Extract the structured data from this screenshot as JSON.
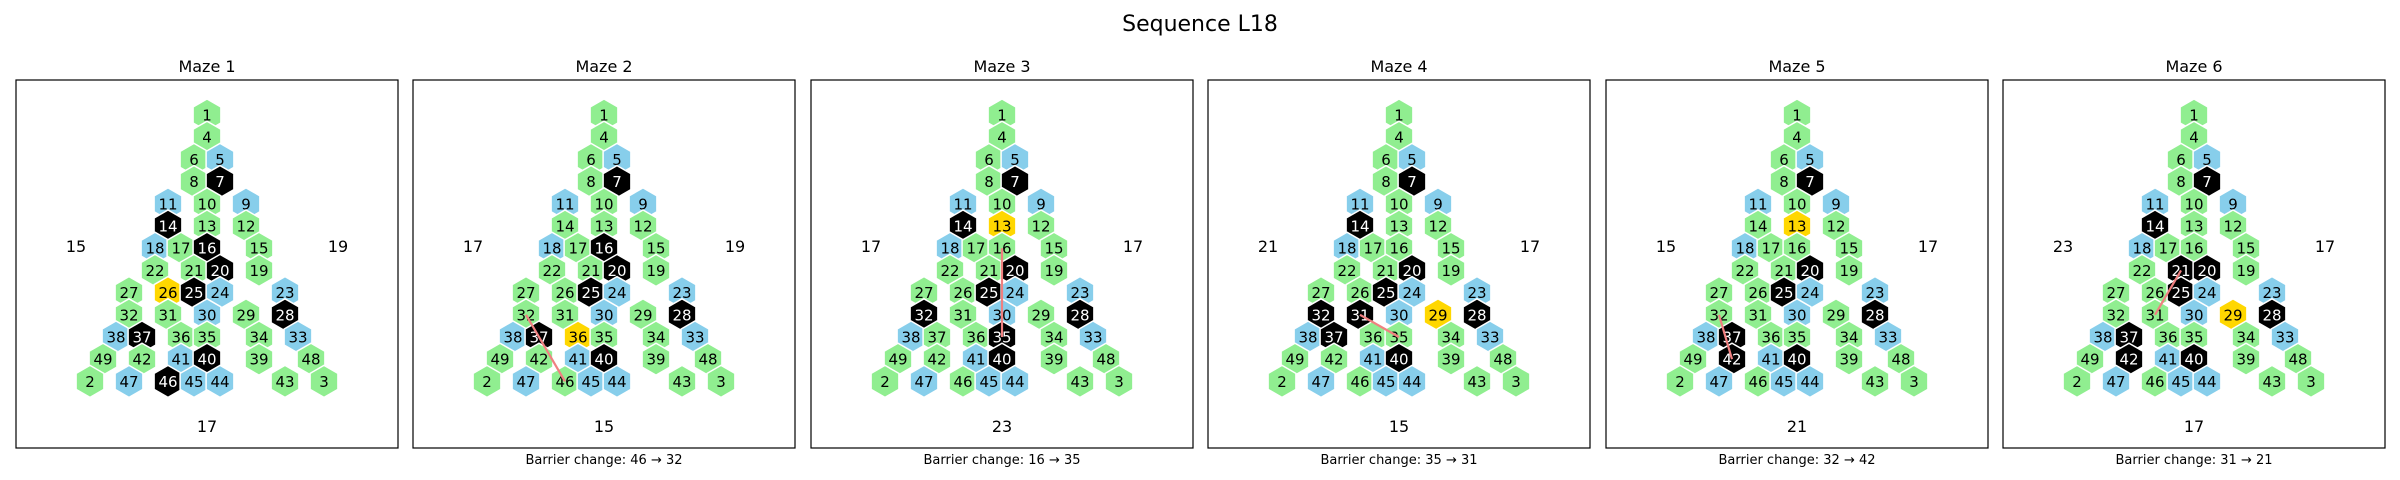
{
  "title": "Sequence L18",
  "colors": {
    "open": "#90ee90",
    "water": "#87ceeb",
    "barrier": "#000000",
    "goal": "#ffd700",
    "path": "#f08080"
  },
  "panels": [
    {
      "title": "Maze 1",
      "left_label": "15",
      "right_label": "19",
      "bottom_label": "17",
      "caption": "",
      "highlight": 26,
      "barriers": [
        7,
        14,
        16,
        20,
        25,
        28,
        37,
        40,
        46
      ],
      "path": []
    },
    {
      "title": "Maze 2",
      "left_label": "17",
      "right_label": "19",
      "bottom_label": "15",
      "caption": "Barrier change: 46 → 32",
      "highlight": 36,
      "barriers": [
        7,
        16,
        20,
        25,
        28,
        37,
        40
      ],
      "path": [
        32,
        46
      ]
    },
    {
      "title": "Maze 3",
      "left_label": "17",
      "right_label": "17",
      "bottom_label": "23",
      "caption": "Barrier change: 16 → 35",
      "highlight": 13,
      "barriers": [
        7,
        14,
        20,
        25,
        28,
        32,
        35,
        40
      ],
      "path": [
        16,
        35
      ]
    },
    {
      "title": "Maze 4",
      "left_label": "21",
      "right_label": "17",
      "bottom_label": "15",
      "caption": "Barrier change: 35 → 31",
      "highlight": 29,
      "barriers": [
        7,
        14,
        20,
        25,
        28,
        31,
        32,
        37,
        40
      ],
      "path": [
        35,
        31
      ]
    },
    {
      "title": "Maze 5",
      "left_label": "15",
      "right_label": "17",
      "bottom_label": "21",
      "caption": "Barrier change: 32 → 42",
      "highlight": 13,
      "barriers": [
        7,
        20,
        25,
        28,
        37,
        40,
        42
      ],
      "path": [
        32,
        42
      ]
    },
    {
      "title": "Maze 6",
      "left_label": "23",
      "right_label": "17",
      "bottom_label": "17",
      "caption": "Barrier change: 31 → 21",
      "highlight": 29,
      "barriers": [
        7,
        14,
        20,
        21,
        25,
        28,
        37,
        40,
        42
      ],
      "path": [
        31,
        21
      ]
    }
  ]
}
